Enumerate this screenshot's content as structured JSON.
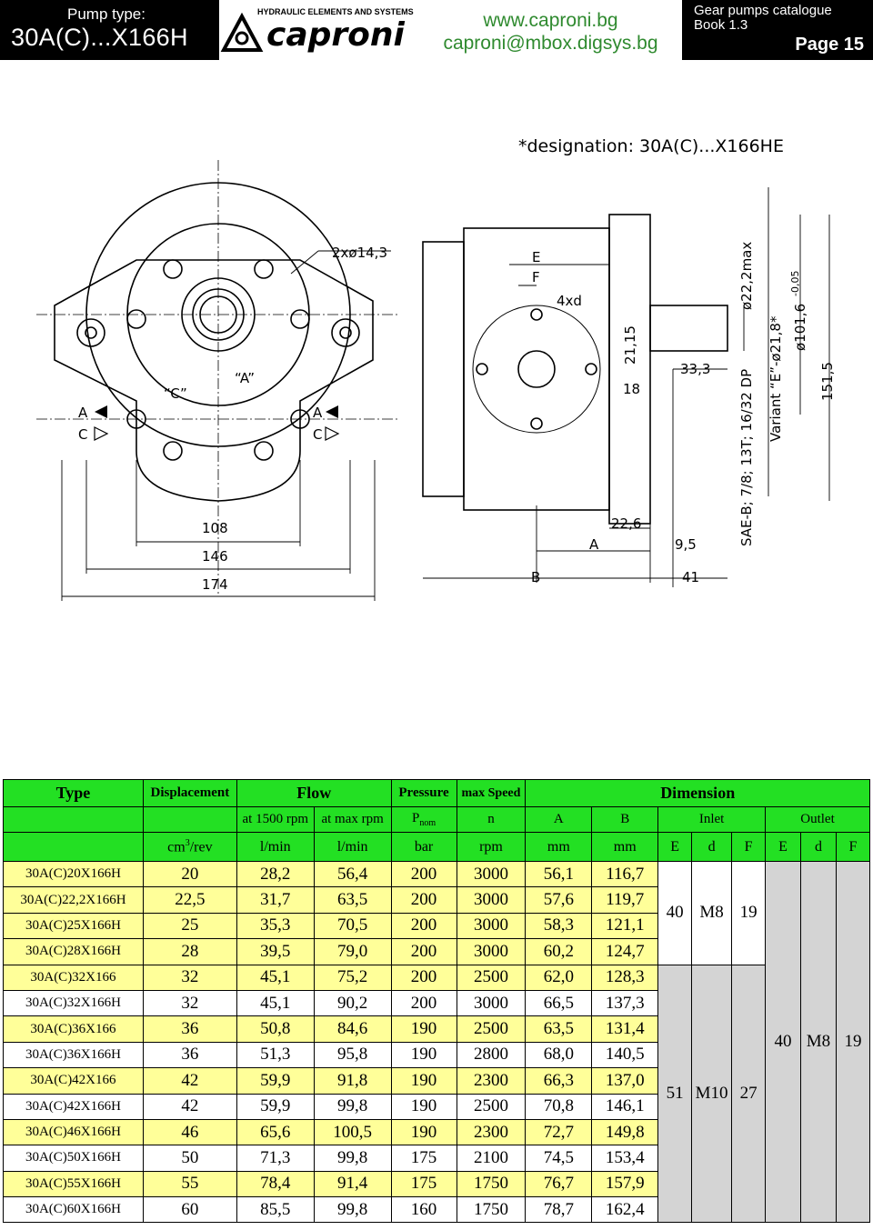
{
  "header": {
    "pump_type_label": "Pump type:",
    "model": "30A(C)...X166H",
    "logo_tagline": "HYDRAULIC ELEMENTS AND SYSTEMS",
    "logo_name": "caproni",
    "website": "www.caproni.bg",
    "email": "caproni@mbox.digsys.bg",
    "catalogue": "Gear pumps catalogue",
    "book": "Book 1.3",
    "page": "Page 15"
  },
  "drawing": {
    "designation": "*designation: 30A(C)...X166HE",
    "holes": "2xø14,3",
    "rot_c": "“C”",
    "rot_a": "“A”",
    "port_a_left": "A",
    "port_c_left": "C",
    "port_a_right": "A",
    "port_c_right": "C",
    "dim_108": "108",
    "dim_146": "146",
    "dim_174": "174",
    "dim_E": "E",
    "dim_F": "F",
    "dim_4xd": "4xd",
    "dim_21_15": "21,15",
    "dim_18": "18",
    "dim_33_3": "33,3",
    "dim_22_6": "22,6",
    "dim_A": "A",
    "dim_9_5": "9,5",
    "dim_B": "B",
    "dim_41": "41",
    "shaft_spec": "SAE-B; 7/8; 13T; 16/32 DP",
    "dia_22_2": "ø22,2max",
    "variant": "Variant “E”-ø21,8*",
    "dia_101_6": "ø101,6",
    "tol": "-0,05",
    "dim_151_5": "151,5"
  },
  "table": {
    "headers": {
      "type": "Type",
      "displacement": "Displacement",
      "flow": "Flow",
      "pressure": "Pressure",
      "max_speed": "max Speed",
      "dimension": "Dimension",
      "at1500": "at 1500 rpm",
      "atmax": "at max rpm",
      "pnom": "P",
      "pnom_sub": "nom",
      "n": "n",
      "A": "A",
      "B": "B",
      "inlet": "Inlet",
      "outlet": "Outlet",
      "cm": "cm",
      "cm_sup": "3",
      "rev": "/rev",
      "lmin1": "l/min",
      "lmin2": "l/min",
      "bar": "bar",
      "rpm": "rpm",
      "mm1": "mm",
      "mm2": "mm",
      "in_E": "E",
      "in_d": "d",
      "in_F": "F",
      "out_E": "E",
      "out_d": "d",
      "out_F": "F"
    },
    "inlet_group1": {
      "E": "40",
      "d": "M8",
      "F": "19"
    },
    "inlet_group2": {
      "E": "51",
      "d": "M10",
      "F": "27"
    },
    "outlet": {
      "E": "40",
      "d": "M8",
      "F": "19"
    },
    "rows": [
      [
        "30A(C)20X166H",
        "20",
        "28,2",
        "56,4",
        "200",
        "3000",
        "56,1",
        "116,7"
      ],
      [
        "30A(C)22,2X166H",
        "22,5",
        "31,7",
        "63,5",
        "200",
        "3000",
        "57,6",
        "119,7"
      ],
      [
        "30A(C)25X166H",
        "25",
        "35,3",
        "70,5",
        "200",
        "3000",
        "58,3",
        "121,1"
      ],
      [
        "30A(C)28X166H",
        "28",
        "39,5",
        "79,0",
        "200",
        "3000",
        "60,2",
        "124,7"
      ],
      [
        "30A(C)32X166",
        "32",
        "45,1",
        "75,2",
        "200",
        "2500",
        "62,0",
        "128,3"
      ],
      [
        "30A(C)32X166H",
        "32",
        "45,1",
        "90,2",
        "200",
        "3000",
        "66,5",
        "137,3"
      ],
      [
        "30A(C)36X166",
        "36",
        "50,8",
        "84,6",
        "190",
        "2500",
        "63,5",
        "131,4"
      ],
      [
        "30A(C)36X166H",
        "36",
        "51,3",
        "95,8",
        "190",
        "2800",
        "68,0",
        "140,5"
      ],
      [
        "30A(C)42X166",
        "42",
        "59,9",
        "91,8",
        "190",
        "2300",
        "66,3",
        "137,0"
      ],
      [
        "30A(C)42X166H",
        "42",
        "59,9",
        "99,8",
        "190",
        "2500",
        "70,8",
        "146,1"
      ],
      [
        "30A(C)46X166H",
        "46",
        "65,6",
        "100,5",
        "190",
        "2300",
        "72,7",
        "149,8"
      ],
      [
        "30A(C)50X166H",
        "50",
        "71,3",
        "99,8",
        "175",
        "2100",
        "74,5",
        "153,4"
      ],
      [
        "30A(C)55X166H",
        "55",
        "78,4",
        "91,4",
        "175",
        "1750",
        "76,7",
        "157,9"
      ],
      [
        "30A(C)60X166H",
        "60",
        "85,5",
        "99,8",
        "160",
        "1750",
        "78,7",
        "162,4"
      ]
    ]
  }
}
